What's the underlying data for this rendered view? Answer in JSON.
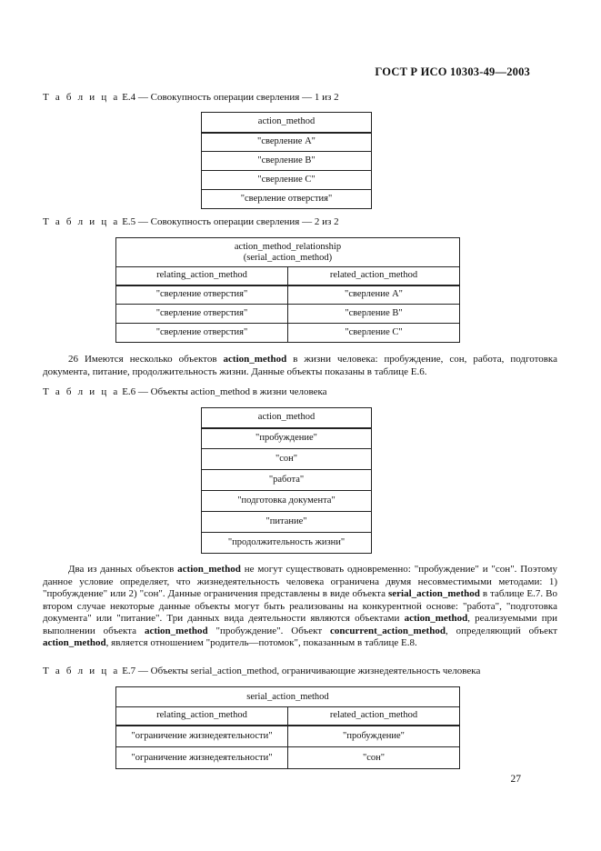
{
  "header": {
    "standard": "ГОСТ Р ИСО 10303-49—2003"
  },
  "table_e4": {
    "caption_prefix": "Т а б л и ц а",
    "caption_rest": " Е.4 — Совокупность операции сверления — 1 из 2",
    "header": "action_method",
    "rows": [
      "\"сверление A\"",
      "\"сверление B\"",
      "\"сверление C\"",
      "\"сверление отверстия\""
    ]
  },
  "table_e5": {
    "caption_prefix": "Т а б л и ц а",
    "caption_rest": " Е.5 — Совокупность операции сверления — 2 из 2",
    "title_line1": "action_method_relationship",
    "title_line2": "(serial_action_method)",
    "col1": "relating_action_method",
    "col2": "related_action_method",
    "rows": [
      [
        "\"сверление отверстия\"",
        "\"сверление A\""
      ],
      [
        "\"сверление отверстия\"",
        "\"сверление B\""
      ],
      [
        "\"сверление отверстия\"",
        "\"сверление C\""
      ]
    ]
  },
  "para26": {
    "t1": "26 Имеются несколько объектов ",
    "b1": "action_method",
    "t2": " в жизни человека: пробуждение, сон, работа, подготовка документа, питание, продолжительность жизни. Данные объекты показаны в таблице Е.6."
  },
  "table_e6": {
    "caption_prefix": "Т а б л и ц а",
    "caption_rest": " Е.6 — Объекты action_method в жизни человека",
    "header": "action_method",
    "rows": [
      "\"пробуждение\"",
      "\"сон\"",
      "\"работа\"",
      "\"подготовка документа\"",
      "\"питание\"",
      "\"продолжительность жизни\""
    ]
  },
  "para2": {
    "t1": "Два из данных объектов ",
    "b1": "action_method",
    "t2": " не могут существовать одновременно: \"пробуждение\" и \"сон\". Поэтому данное условие определяет, что жизнедеятельность человека ограничена двумя несовместимыми методами: 1) \"пробуждение\" или 2) \"сон\". Данные ограничения представлены в виде объекта ",
    "b2": "serial_action_method",
    "t3": " в таблице Е.7. Во втором случае некоторые данные объекты могут быть реализованы на конкурентной основе: \"работа\", \"подготовка документа\" или \"питание\". Три данных вида деятельности являются объектами ",
    "b3": "action_method",
    "t4": ", реализуемыми при выполнении объекта ",
    "b4": "action_method",
    "t5": " \"пробуждение\". Объект ",
    "b5": "concurrent_action_method",
    "t6": ", определяющий объект ",
    "b6": "action_method",
    "t7": ", является отношением \"родитель—потомок\", показанным в таблице Е.8."
  },
  "table_e7": {
    "caption_prefix": "Т а б л и ц а",
    "caption_rest": " Е.7 — Объекты serial_action_method, ограничивающие жизнедеятельность человека",
    "title": "serial_action_method",
    "col1": "relating_action_method",
    "col2": "related_action_method",
    "rows": [
      [
        "\"ограничение жизнедеятельности\"",
        "\"пробуждение\""
      ],
      [
        "\"ограничение жизнедеятельности\"",
        "\"сон\""
      ]
    ]
  },
  "page_number": "27"
}
